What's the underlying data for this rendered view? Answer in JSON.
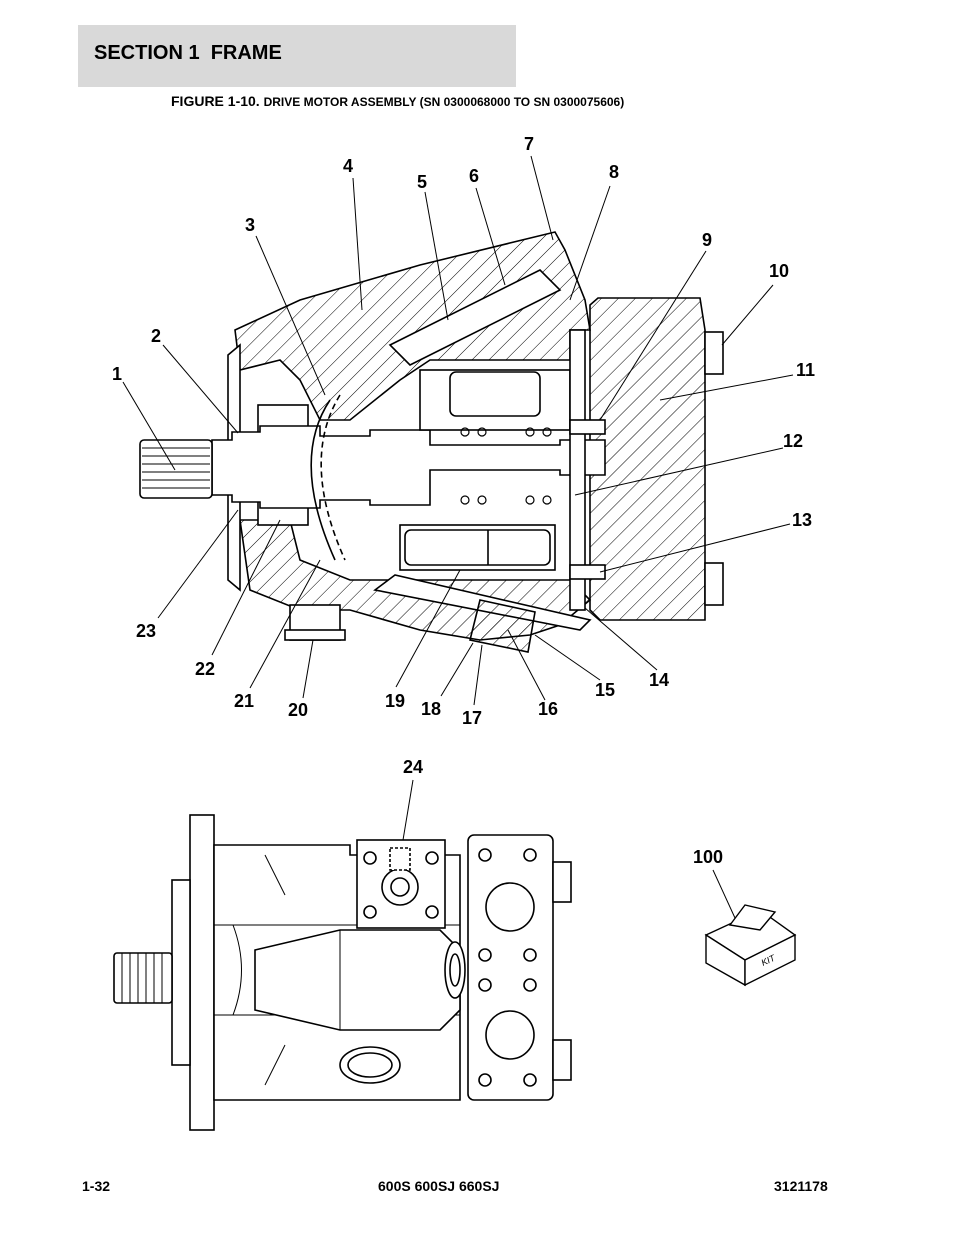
{
  "header": {
    "section": "SECTION 1  FRAME",
    "figure_label": "FIGURE 1-10.",
    "figure_title": "DRIVE MOTOR ASSEMBLY (SN 0300068000 TO SN 0300075606)"
  },
  "callouts": [
    "1",
    "2",
    "3",
    "4",
    "5",
    "6",
    "7",
    "8",
    "9",
    "10",
    "11",
    "12",
    "13",
    "14",
    "15",
    "16",
    "17",
    "18",
    "19",
    "20",
    "21",
    "22",
    "23",
    "24",
    "100"
  ],
  "kit_label": "KIT",
  "footer": {
    "page": "1-32",
    "models": "600S 600SJ 660SJ",
    "doc_number": "3121178"
  }
}
